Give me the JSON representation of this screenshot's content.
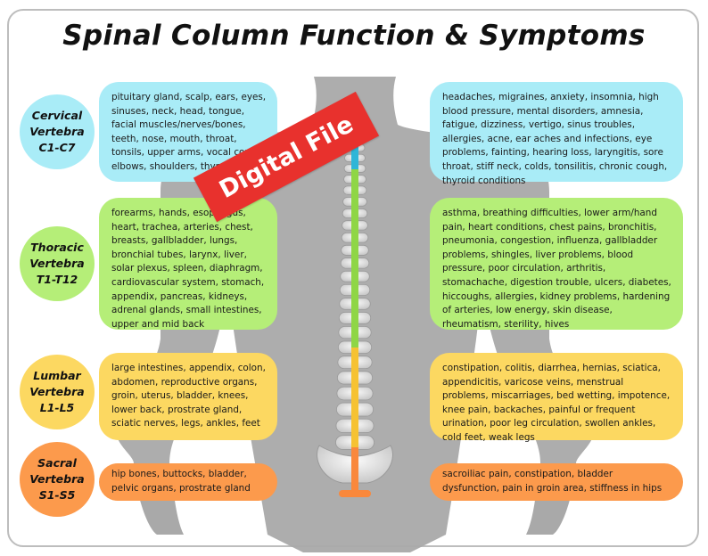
{
  "title": "Spinal Column Function & Symptoms",
  "watermark": "Digital File",
  "colors": {
    "cervical": "#a9ecf7",
    "thoracic": "#b5ee78",
    "lumbar": "#fcd861",
    "sacral": "#fc9a4c",
    "silhouette": "#a9a9a9",
    "banner": "#e8312d"
  },
  "regions": {
    "cervical": {
      "label_line1": "Cervical",
      "label_line2": "Vertebra",
      "label_line3": "C1-C7",
      "functions": "pituitary gland, scalp, ears, eyes, sinuses, neck, head, tongue, facial muscles/nerves/bones, teeth, nose, mouth, throat, tonsils, upper arms, vocal cords, elbows, shoulders, thyroid gland",
      "symptoms": "headaches, migraines, anxiety, insomnia, high blood pressure, mental disorders, amnesia, fatigue, dizziness, vertigo, sinus troubles, allergies, acne, ear aches and infections, eye problems, fainting, hearing loss, laryngitis, sore throat, stiff neck, colds, tonsilitis, chronic cough, thyroid conditions"
    },
    "thoracic": {
      "label_line1": "Thoracic",
      "label_line2": "Vertebra",
      "label_line3": "T1-T12",
      "functions": "forearms, hands, esophagus, heart, trachea, arteries, chest, breasts, gallbladder, lungs, bronchial tubes, larynx, liver, solar plexus, spleen, diaphragm, cardiovascular system, stomach, appendix, pancreas, kidneys, adrenal glands, small intestines, upper and mid back",
      "symptoms": "asthma, breathing difficulties, lower arm/hand pain, heart conditions, chest pains, bronchitis, pneumonia, congestion, influenza, gallbladder problems, shingles, liver problems, blood pressure, poor circulation, arthritis, stomachache, digestion trouble, ulcers, diabetes, hiccoughs, allergies, kidney problems, hardening of arteries, low energy, skin disease, rheumatism, sterility, hives"
    },
    "lumbar": {
      "label_line1": "Lumbar",
      "label_line2": "Vertebra",
      "label_line3": "L1-L5",
      "functions": "large intestines, appendix, colon, abdomen, reproductive organs, groin, uterus, bladder, knees, lower back, prostrate gland, sciatic nerves, legs, ankles, feet",
      "symptoms": "constipation, colitis, diarrhea, hernias, sciatica, appendicitis, varicose veins, menstrual problems, miscarriages, bed wetting, impotence, knee pain, backaches, painful or frequent urination, poor leg circulation, swollen ankles, cold feet, weak legs"
    },
    "sacral": {
      "label_line1": "Sacral",
      "label_line2": "Vertebra",
      "label_line3": "S1-S5",
      "functions": "hip bones, buttocks, bladder, pelvic organs, prostrate gland",
      "symptoms": "sacroiliac pain, constipation, bladder dysfunction, pain in groin area, stiffness in hips"
    }
  }
}
